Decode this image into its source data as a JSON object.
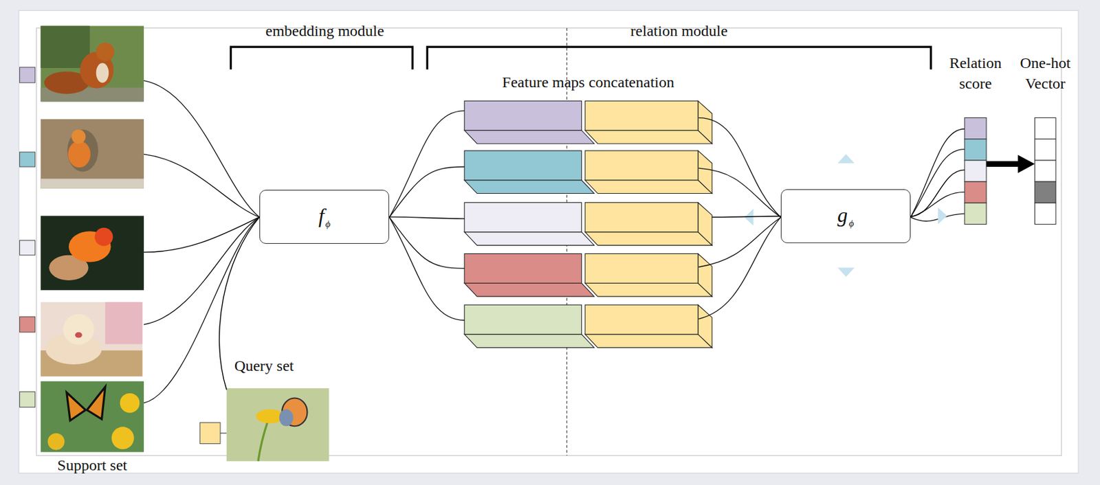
{
  "diagram": {
    "nodes": [
      {
        "text": [
          "Support set"
        ]
      },
      {
        "text": [
          "Query set"
        ]
      },
      {
        "text": [
          "f",
          "ϕ"
        ]
      },
      {
        "text": [
          "Feature maps concatenation"
        ]
      },
      {
        "text": [
          "g",
          "ϕ"
        ]
      },
      {
        "text": [
          "Relation score"
        ]
      },
      {
        "text": [
          "One-hot Vector"
        ]
      }
    ],
    "edges": [
      {
        "from": 0,
        "to": 2,
        "arrow": "none"
      },
      {
        "from": 1,
        "to": 2,
        "arrow": "none"
      },
      {
        "from": 2,
        "to": 3,
        "arrow": "none"
      },
      {
        "from": 3,
        "to": 4,
        "arrow": "none"
      },
      {
        "from": 4,
        "to": 5,
        "arrow": "none"
      },
      {
        "from": 5,
        "to": 6,
        "arrow": "to"
      }
    ],
    "labels": [
      "embedding module",
      "relation module"
    ]
  }
}
